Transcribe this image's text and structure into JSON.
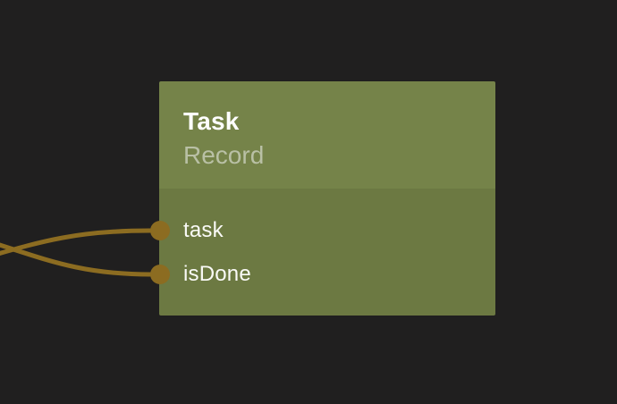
{
  "editor": {
    "background": "#201F1F"
  },
  "node": {
    "title": "Task",
    "subtitle": "Record",
    "ports": [
      {
        "label": "task"
      },
      {
        "label": "isDone"
      }
    ]
  },
  "connections": {
    "color": "#8C6C21",
    "count": 2
  },
  "theme": {
    "bg": "#201F1F",
    "header": "#758349",
    "body": "#6C7942",
    "accent": "#8C6C21",
    "title": "#FFFFFF",
    "subtitle": "#B9C0A5",
    "label": "#FAFAF7"
  }
}
